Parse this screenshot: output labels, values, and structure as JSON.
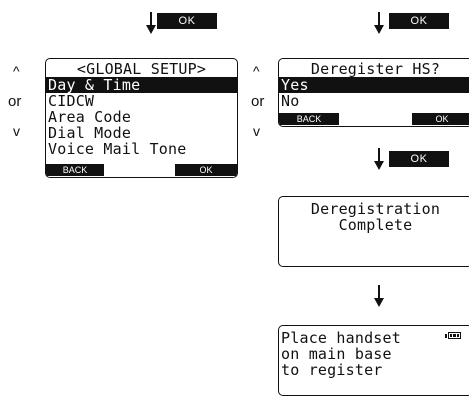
{
  "step_label": "OK",
  "nav": {
    "up": "^",
    "or": "or",
    "down": "v"
  },
  "global_setup": {
    "title": "<GLOBAL SETUP>",
    "items": [
      "Day & Time",
      "CIDCW",
      "Area Code",
      "Dial Mode",
      "Voice Mail Tone"
    ],
    "selected_index": 0,
    "softkeys": {
      "left": "BACK",
      "right": "OK"
    }
  },
  "deregister": {
    "title": "Deregister HS?",
    "items": [
      "Yes",
      "No"
    ],
    "selected_index": 0,
    "softkeys": {
      "left": "BACK",
      "right": "OK"
    }
  },
  "deregistration_complete": {
    "lines": [
      "Deregistration",
      "Complete"
    ]
  },
  "place_handset": {
    "lines": [
      "Place handset",
      "on main base",
      "to register"
    ],
    "battery_icon": "battery-full-icon"
  }
}
